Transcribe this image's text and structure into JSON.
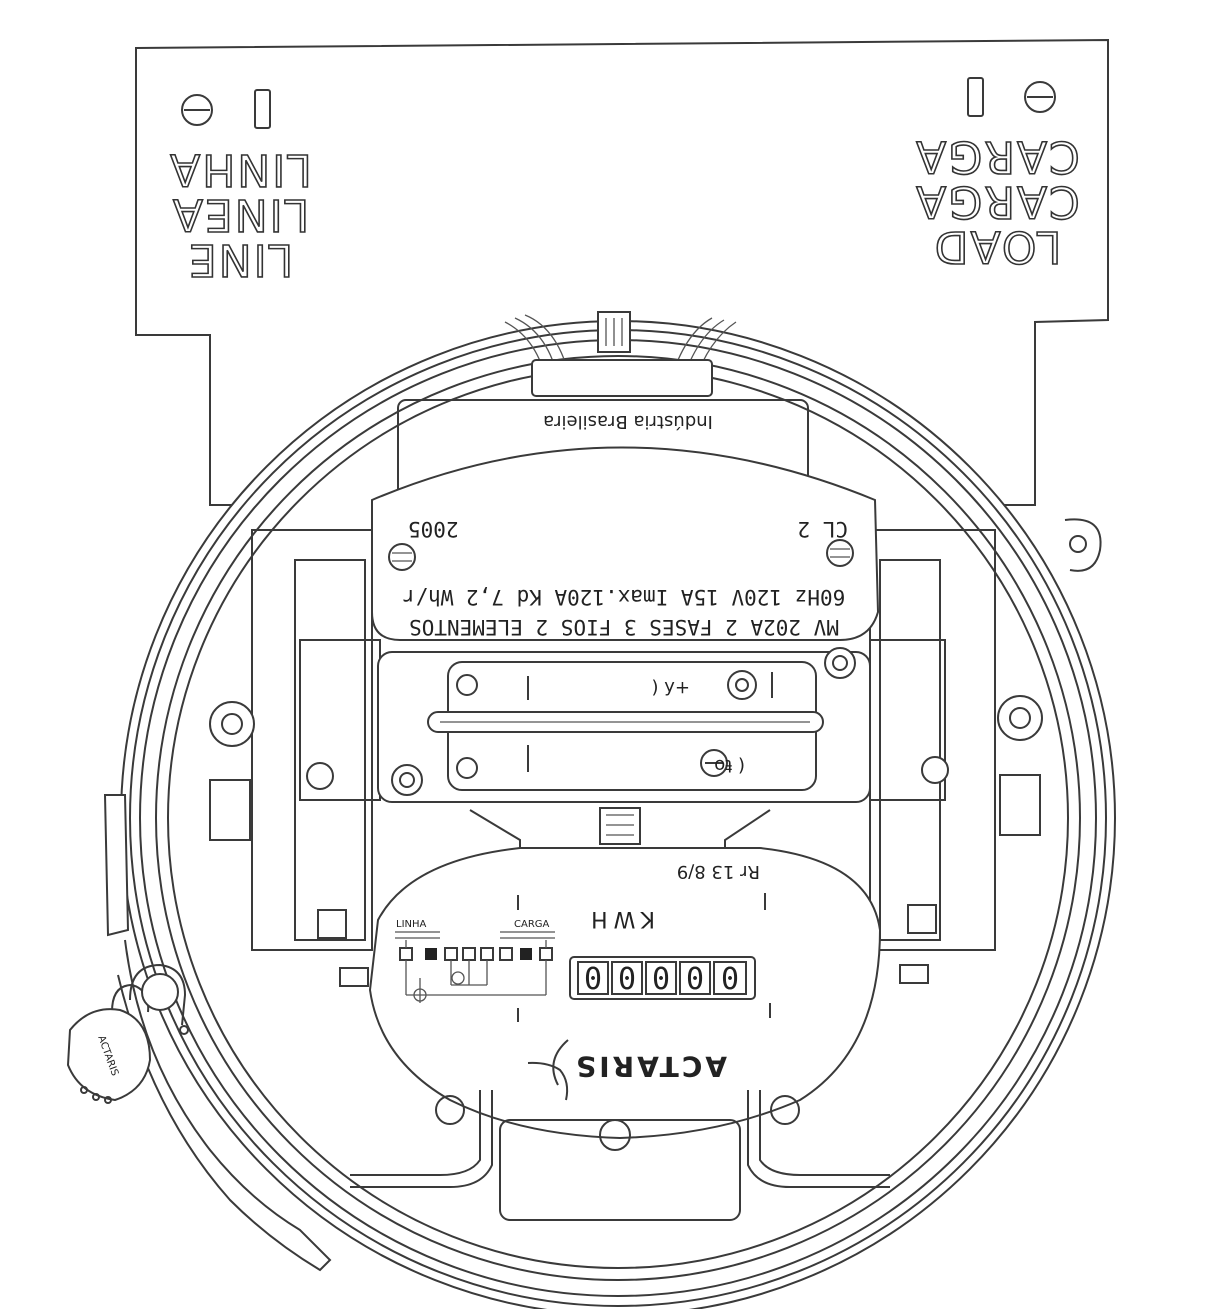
{
  "base": {
    "line_labels": [
      "LINE",
      "LINEA",
      "LINHA"
    ],
    "load_labels": [
      "LOAD",
      "CARGA",
      "CARGA"
    ]
  },
  "nameplate": {
    "year": "2005",
    "class": "CL 2",
    "line1": "MV 202A 2 FASES 3 FIOS 2 ELEMENTOS",
    "line2": "60Hz 120V 15A Imax.120A Kd 7,2 Wh/r"
  },
  "origin_label": "Indústria Brasileira",
  "register": {
    "unit": "KWH",
    "digits": [
      "0",
      "0",
      "0",
      "0",
      "0"
    ],
    "ratio": "Rr 13 8/9"
  },
  "diagram": {
    "line_label": "LINHA",
    "load_label": "CARGA"
  },
  "brand": "ACTARIS",
  "seal": "ACTARIS"
}
